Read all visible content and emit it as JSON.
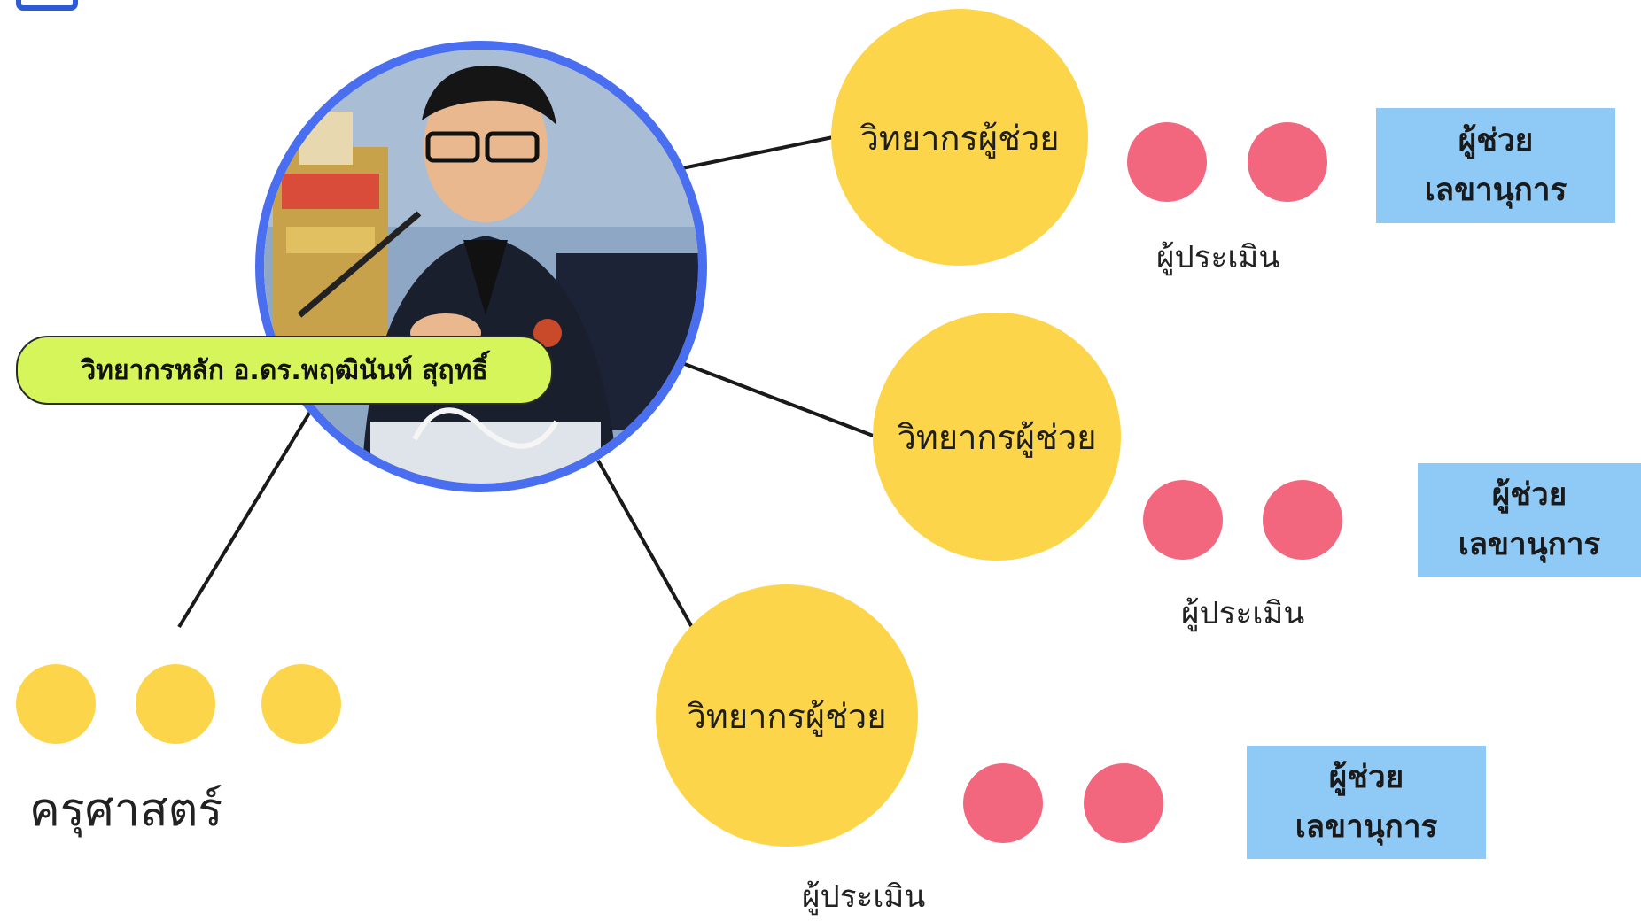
{
  "main_speaker": {
    "label": "วิทยากรหลัก อ.ดร.พฤฒินันท์ สุฤทธิ์",
    "photo_icon": "speaker-photo"
  },
  "assistants": [
    {
      "label": "วิทยากรผู้ช่วย",
      "evaluator_label": "ผู้ประเมิน",
      "secretary_lines": [
        "ผู้ช่วย",
        "เลขานุการ"
      ]
    },
    {
      "label": "วิทยากรผู้ช่วย",
      "evaluator_label": "ผู้ประเมิน",
      "secretary_lines": [
        "ผู้ช่วย",
        "เลขานุการ"
      ]
    },
    {
      "label": "วิทยากรผู้ช่วย",
      "evaluator_label": "ผู้ประเมิน",
      "secretary_lines": [
        "ผู้ช่วย",
        "เลขานุการ"
      ]
    }
  ],
  "teachers": {
    "label": "ครุศาสตร์",
    "count": 3
  },
  "colors": {
    "assistant_circle": "#fdd54b",
    "evaluator_circle": "#f2677e",
    "secretary_box": "#8fc9f6",
    "photo_ring": "#4a6ef0",
    "main_label_bg": "#d6f55a",
    "connector": "#1a1a1a"
  }
}
